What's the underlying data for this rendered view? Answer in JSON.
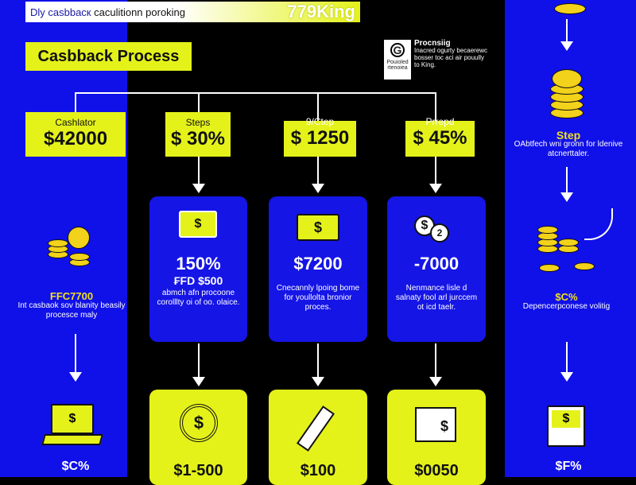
{
  "header": {
    "subtitle_blue": "Dly casbbacк",
    "subtitle_rest": " caculitionn poroking",
    "badge": "779King"
  },
  "title": "Casbback Process",
  "legend": {
    "icon": "G",
    "label": "Pouioled rtenoiea",
    "heading": "Procnsiig",
    "text": "Inacred ogurty becaerewc bosser toc aci air pouully to King."
  },
  "tree": [
    {
      "label": "Cashlator",
      "value": "$42000"
    },
    {
      "label": "Steps",
      "value": "$ 30%"
    },
    {
      "label": "9/Ctep",
      "value": "$ 1250"
    },
    {
      "label": "Prrepd",
      "value": "$ 45%"
    }
  ],
  "cards": [
    {
      "value": "150%",
      "sub": "₣FD $500",
      "desc": "abmch afn procoone corolllty oi of oo. olaice."
    },
    {
      "value": "$7200",
      "desc": "Cnecannly lpoing bome for youllolta bronior proces."
    },
    {
      "value": "-7000",
      "desc": "Nenmance lisle d salnaty fool arl jurccem ot icd taelr."
    }
  ],
  "bottom_cards": [
    {
      "value": "$1-500"
    },
    {
      "value": "$100"
    },
    {
      "value": "$0050"
    }
  ],
  "left": {
    "value": "FFC7700",
    "desc": "Int casbaok sov blanity beasily procesce maly",
    "bottom": "$C%"
  },
  "right": {
    "step_title": "Step",
    "step_desc": "OAbtfech wni gronn for ldenive atcnerttaler.",
    "value": "$C%",
    "desc": "Depencerpconese volitig",
    "bottom": "$F%"
  },
  "colors": {
    "blue": "#1010e8",
    "yellow": "#e4f21a",
    "black": "#000000"
  }
}
